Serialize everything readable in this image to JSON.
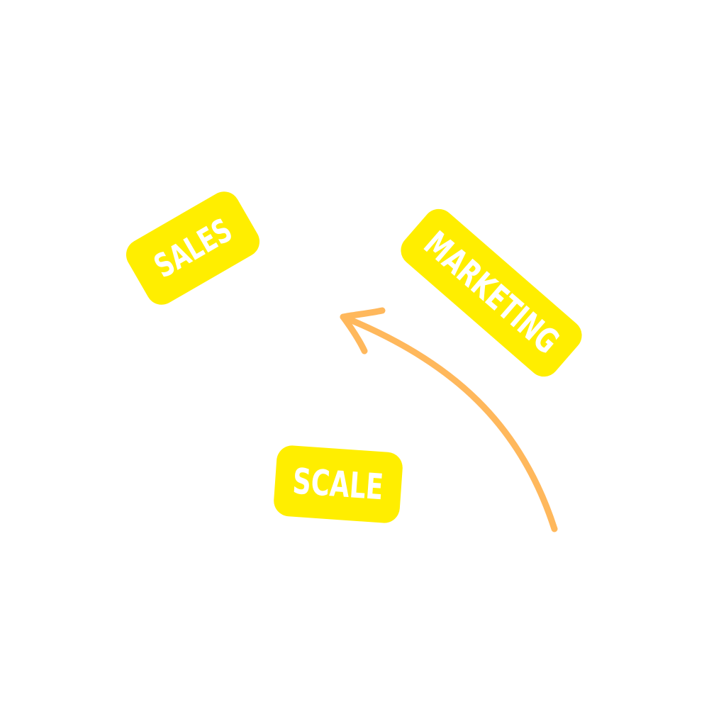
{
  "tags": {
    "sales": {
      "label": "SALES"
    },
    "marketing": {
      "label": "MARKETING"
    },
    "scale": {
      "label": "SCALE"
    }
  },
  "arrow": {
    "icon": "curved-arrow-icon",
    "direction": "up-left"
  },
  "colors": {
    "background": "#ffffff",
    "tag_fill": "#FFEE00",
    "tag_text": "#ffffff",
    "arrow": "#FFB85C"
  }
}
